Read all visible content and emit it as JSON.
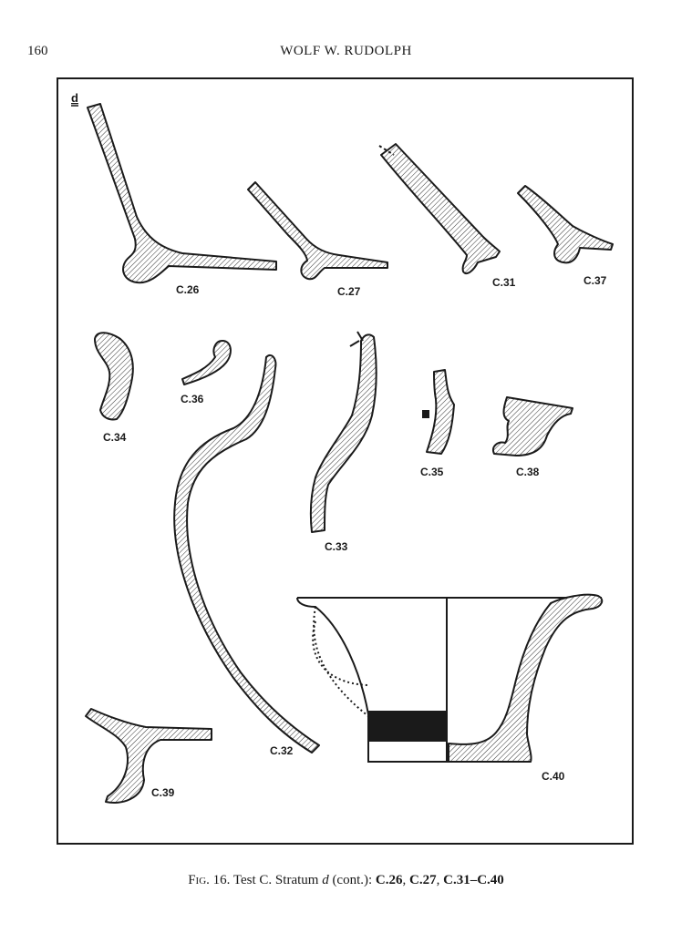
{
  "header": {
    "page_number": "160",
    "running_head": "WOLF W. RUDOLPH"
  },
  "figure": {
    "stratum_marker": "d",
    "labels": {
      "c26": "C.26",
      "c27": "C.27",
      "c31": "C.31",
      "c37": "C.37",
      "c34": "C.34",
      "c36": "C.36",
      "c35": "C.35",
      "c38": "C.38",
      "c33": "C.33",
      "c32": "C.32",
      "c39": "C.39",
      "c40": "C.40"
    }
  },
  "caption": {
    "fig_prefix": "Fig.",
    "text": " 16. Test C. Stratum ",
    "stratum": "d",
    "cont": " (cont.): ",
    "refs": [
      {
        "label": "C.26",
        "sep": ", "
      },
      {
        "label": "C.27",
        "sep": ", "
      },
      {
        "label": "C.31–C.40",
        "sep": ""
      }
    ]
  }
}
